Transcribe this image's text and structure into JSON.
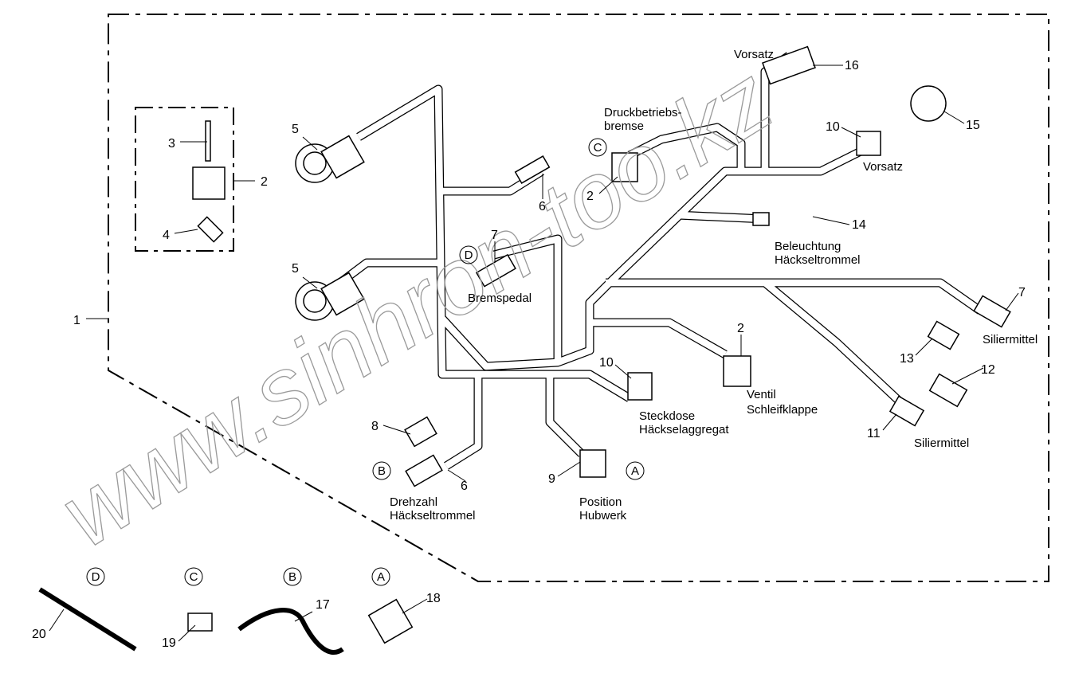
{
  "watermark": "www.sinhron-too.kz",
  "callouts": {
    "n1": "1",
    "n2_box": "2",
    "n3": "3",
    "n4": "4",
    "n5a": "5",
    "n5b": "5",
    "n6a": "6",
    "n6b": "6",
    "n7a": "7",
    "n7b": "7",
    "n8": "8",
    "n9": "9",
    "n10a": "10",
    "n10b": "10",
    "n11": "11",
    "n12": "12",
    "n13": "13",
    "n14": "14",
    "n15": "15",
    "n16": "16",
    "n17": "17",
    "n18": "18",
    "n19": "19",
    "n20": "20",
    "n2_c": "2",
    "n2_valve": "2"
  },
  "circled": {
    "c_top": "C",
    "d_top": "D",
    "b_top": "B",
    "a_top": "A",
    "d_bot": "D",
    "c_bot": "C",
    "b_bot": "B",
    "a_bot": "A"
  },
  "labels": {
    "vorsatz_top": "Vorsatz",
    "druck1": "Druckbetriebs-",
    "druck2": "bremse",
    "vorsatz_right": "Vorsatz",
    "bel1": "Beleuchtung",
    "bel2": "Häckseltrommel",
    "bremspedal": "Bremspedal",
    "silier_top": "Siliermittel",
    "ventil1": "Ventil",
    "ventil2": "Schleifklappe",
    "steck1": "Steckdose",
    "steck2": "Häckselaggregat",
    "dreh1": "Drehzahl",
    "dreh2": "Häckseltrommel",
    "pos1": "Position",
    "pos2": "Hubwerk",
    "silier_bot": "Siliermittel"
  }
}
